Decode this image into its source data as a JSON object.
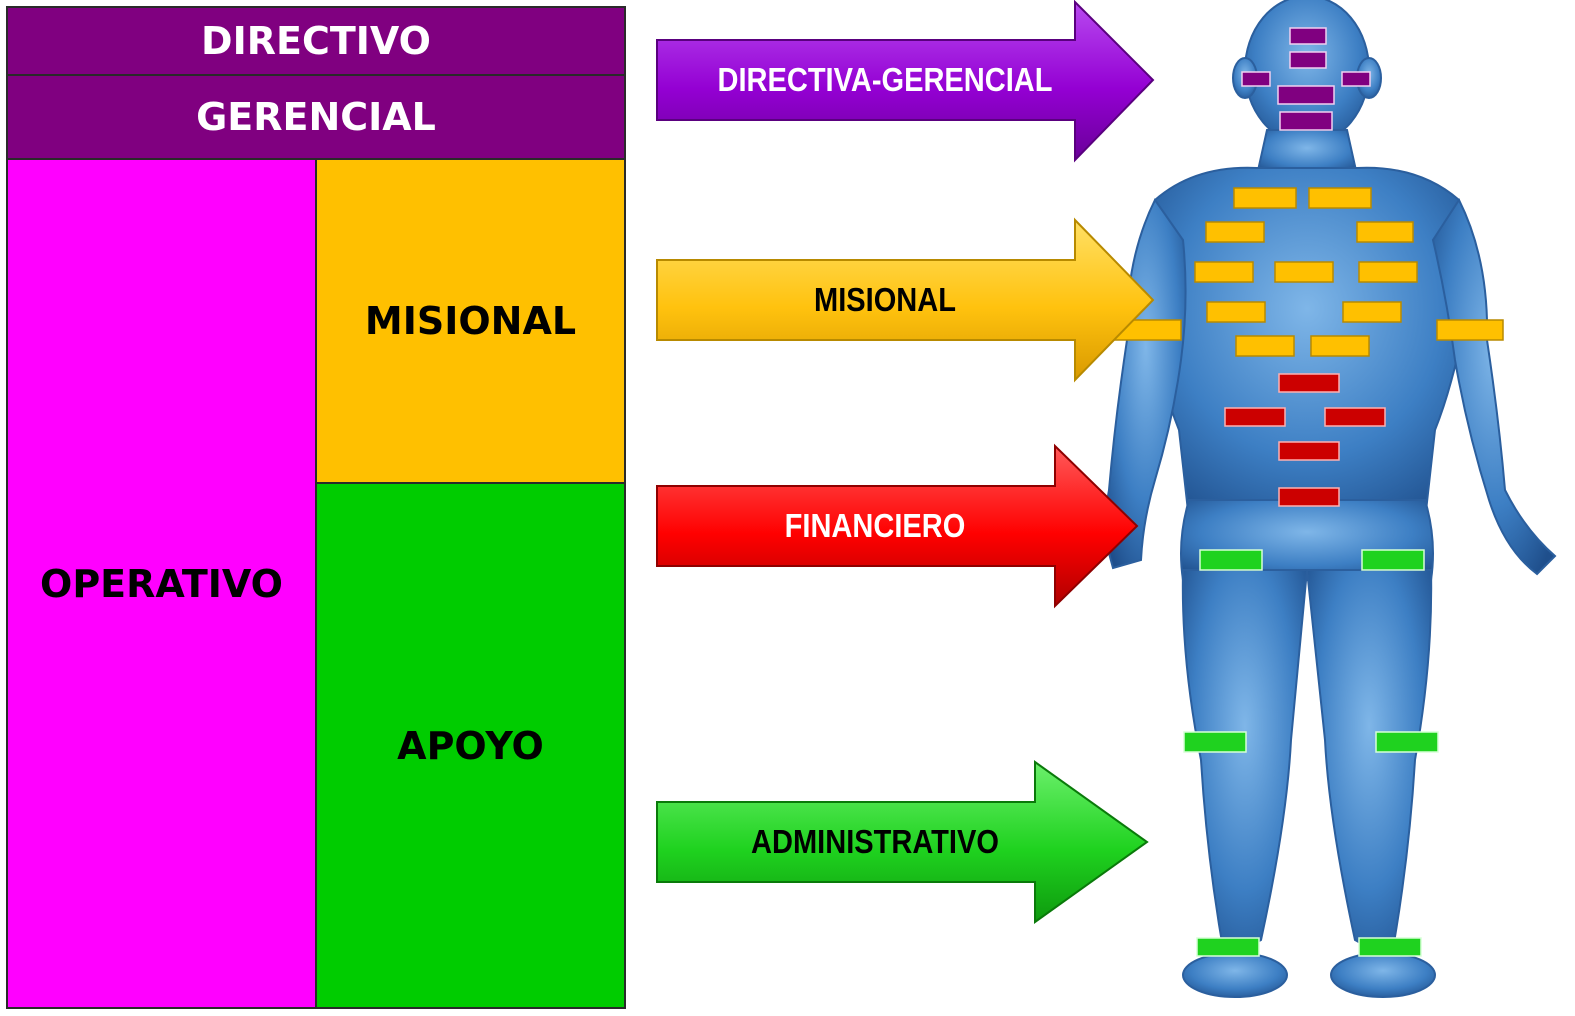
{
  "org_chart": {
    "directivo": "DIRECTIVO",
    "gerencial": "GERENCIAL",
    "operativo": "OPERATIVO",
    "misional": "MISIONAL",
    "apoyo": "APOYO"
  },
  "arrows": [
    {
      "label": "DIRECTIVA-GERENCIAL",
      "color": "#9400d3"
    },
    {
      "label": "MISIONAL",
      "color": "#ffc20e"
    },
    {
      "label": "FINANCIERO",
      "color": "#ff0000"
    },
    {
      "label": "ADMINISTRATIVO",
      "color": "#1fd21f"
    }
  ],
  "colors": {
    "directivo_gerencial_block": "#800080",
    "operativo_block": "#ff00ff",
    "misional_block": "#ffc000",
    "apoyo_block": "#00cc00",
    "body_figure": "#3d7fc4"
  }
}
